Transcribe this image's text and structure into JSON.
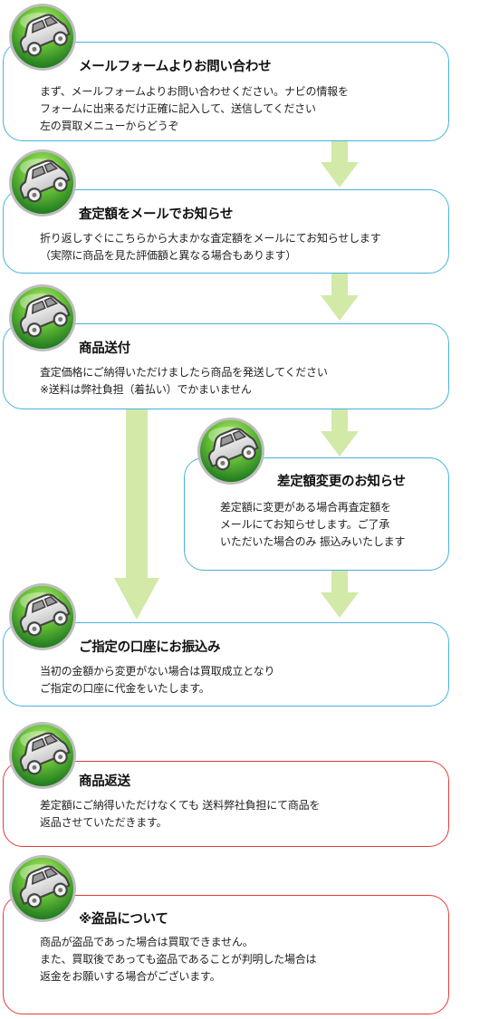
{
  "colors": {
    "step_border": "#46b3df",
    "warning_border": "#e23b3b",
    "arrow": "#d2e9a8",
    "icon_green_light": "#8ed23e",
    "icon_green_dark": "#1f7a1f"
  },
  "icon_name": "car-icon",
  "steps": [
    {
      "title": "メールフォームよりお問い合わせ",
      "lines": [
        "まず、メールフォームよりお問い合わせください。ナビの情報を",
        "フォームに出来るだけ正確に記入して、送信してください",
        "左の買取メニューからどうぞ"
      ]
    },
    {
      "title": "査定額をメールでお知らせ",
      "lines": [
        "折り返しすぐにこちらから大まかな査定額をメールにてお知らせします",
        "（実際に商品を見た評価額と異なる場合もあります）"
      ]
    },
    {
      "title": "商品送付",
      "lines": [
        "査定価格にご納得いただけましたら商品を発送してください",
        "※送料は弊社負担（着払い）でかまいません"
      ]
    },
    {
      "title": "差定額変更のお知らせ",
      "lines": [
        "差定額に変更がある場合再査定額を",
        "メールにてお知らせします。ご了承",
        "いただいた場合のみ 振込みいたします"
      ]
    },
    {
      "title": "ご指定の口座にお振込み",
      "lines": [
        "当初の金額から変更がない場合は買取成立となり",
        "ご指定の口座に代金をいたします。"
      ]
    },
    {
      "title": "商品返送",
      "lines": [
        "差定額にご納得いただけなくても 送料弊社負担にて商品を",
        "返品させていただきます。"
      ]
    },
    {
      "title": "※盗品について",
      "lines": [
        "商品が盗品であった場合は買取できません。",
        "また、買取後であっても盗品であることが判明した場合は",
        "返金をお願いする場合がございます。"
      ]
    }
  ]
}
